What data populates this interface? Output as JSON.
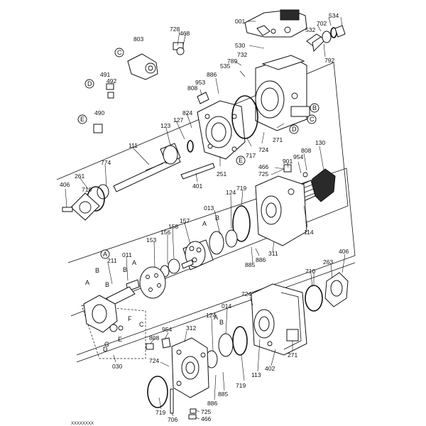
{
  "labels": {
    "p001": "001",
    "p534": "534",
    "p702": "702",
    "p532": "532",
    "p792": "792",
    "p530": "530",
    "p732": "732",
    "p789": "789",
    "p535": "535",
    "p728": "728",
    "p468": "468",
    "p803": "803",
    "p491": "491",
    "p492": "492",
    "p490": "490",
    "p886a": "886",
    "p953": "953",
    "p808a": "808",
    "p824": "824",
    "p127": "127",
    "p123": "123",
    "p717": "717",
    "p724a": "724",
    "p271a": "271",
    "p111": "111",
    "p774": "774",
    "p261": "261",
    "p406a": "406",
    "p401": "401",
    "p251": "251",
    "p130": "130",
    "p808b": "808",
    "p954a": "954",
    "p901": "901",
    "p466a": "466",
    "p725a": "725",
    "p013": "013",
    "p124a": "124",
    "p719a": "719",
    "p158": "158",
    "p157": "157",
    "p156": "156",
    "p153": "153",
    "p114": "114",
    "p311": "311",
    "p886b": "886",
    "p885a": "885",
    "p011": "011",
    "p211": "211",
    "p406b": "406",
    "p263": "263",
    "p710b": "710",
    "p724b": "724",
    "p014": "014",
    "p124b": "124",
    "p954b": "954",
    "p312": "312",
    "p808c": "808",
    "p724c": "724",
    "p030": "030",
    "p719b": "719",
    "p113": "113",
    "p402": "402",
    "p271b": "271",
    "p885b": "885",
    "p886c": "886",
    "p719c": "719",
    "p706": "706",
    "p725b": "725",
    "p466b": "466",
    "p710a": "710"
  },
  "letters": {
    "cB1": "B",
    "cC1": "C",
    "cD1": "D",
    "cC2": "C",
    "cD2": "D",
    "cE1": "E",
    "cE2": "E",
    "cA1": "A",
    "lA1": "A",
    "lB1": "B",
    "lA2": "A",
    "lB2": "B",
    "lA3": "A",
    "lB3": "B",
    "lB4": "B",
    "lF": "F",
    "lC": "C",
    "lG": "G",
    "lD": "D",
    "lE": "E",
    "lA4": "A",
    "lB5": "B"
  },
  "footer": {
    "stamp": "XXXXXXXX"
  }
}
